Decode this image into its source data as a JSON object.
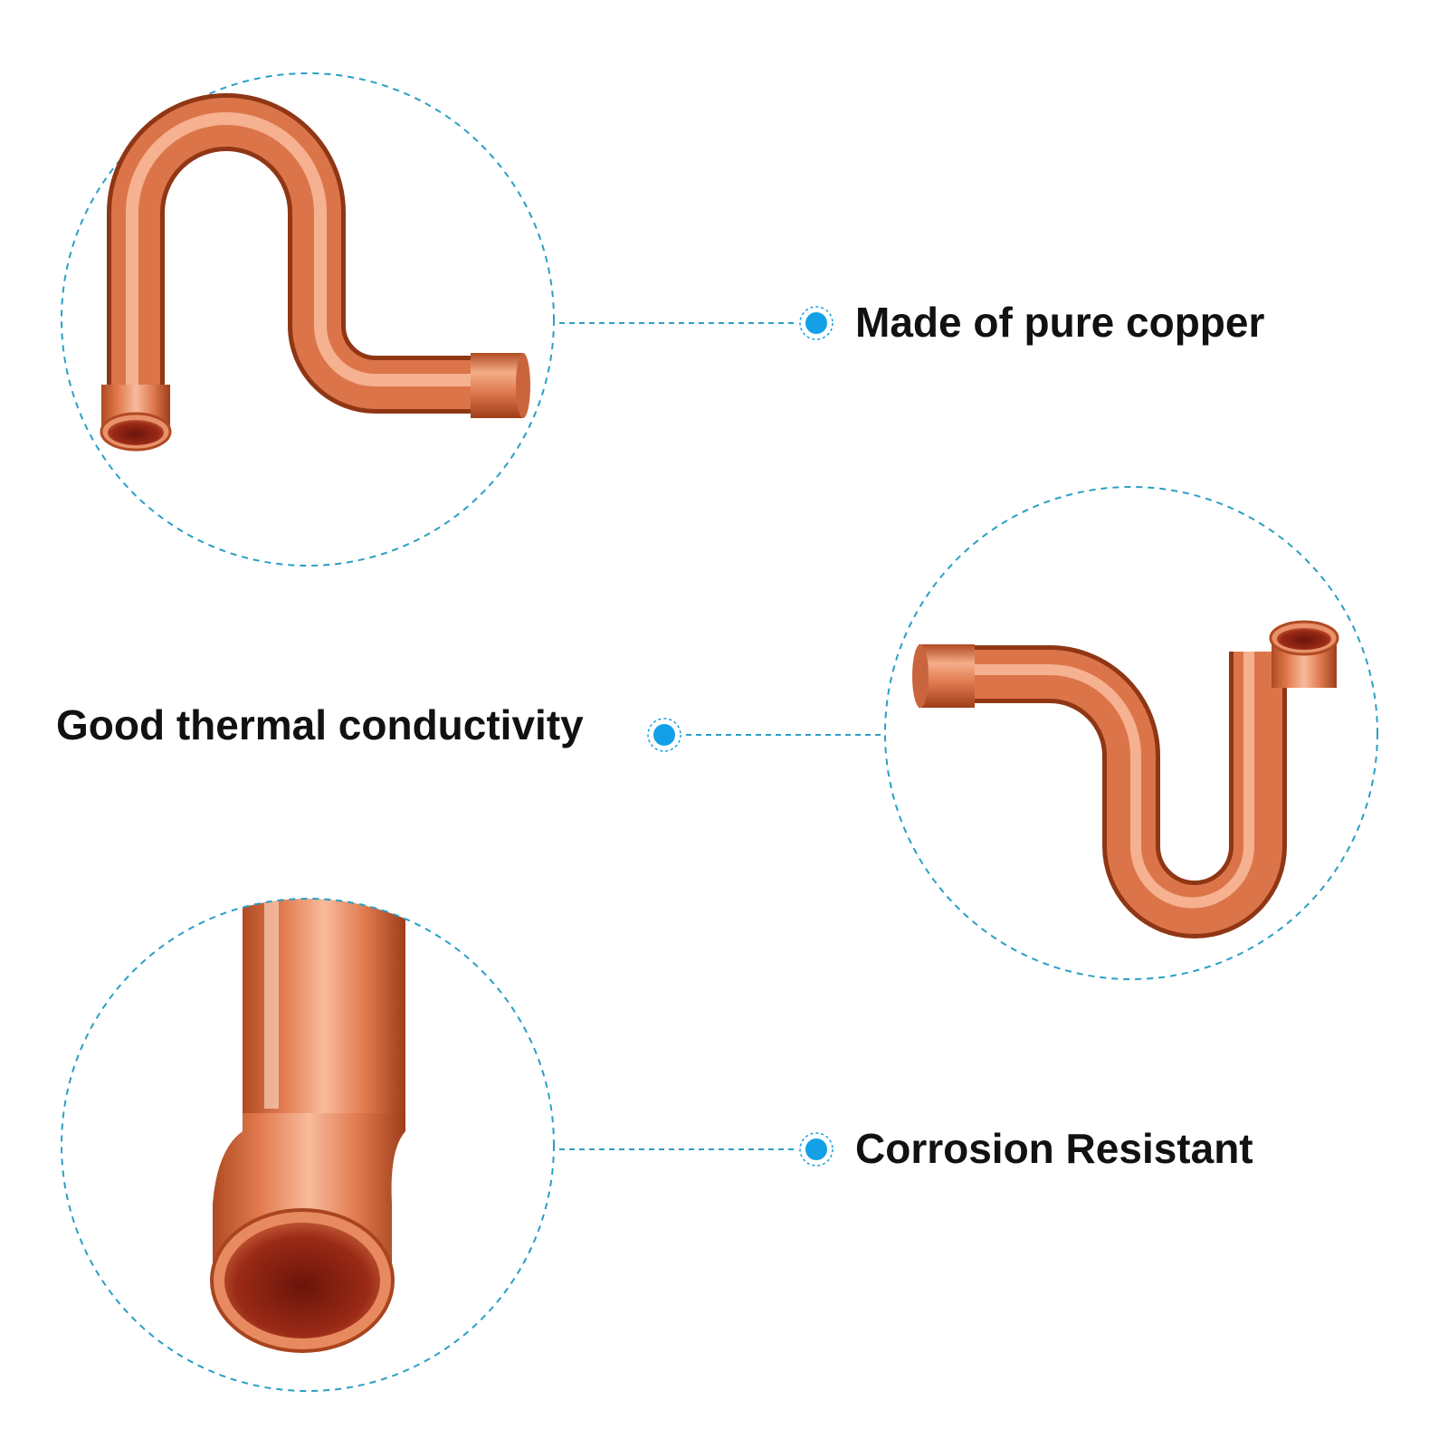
{
  "features": [
    {
      "label": "Made of pure copper"
    },
    {
      "label": "Good thermal conductivity"
    },
    {
      "label": "Corrosion Resistant"
    }
  ],
  "colors": {
    "dashed_outline": "#2a9fc4",
    "dot": "#14a0e6",
    "copper_light": "#f7b594",
    "copper_mid": "#e07a4f",
    "copper_dark": "#a8441f",
    "copper_inner": "#8c1f12",
    "text": "#111111"
  },
  "icons": [
    "callout-dot-icon"
  ]
}
